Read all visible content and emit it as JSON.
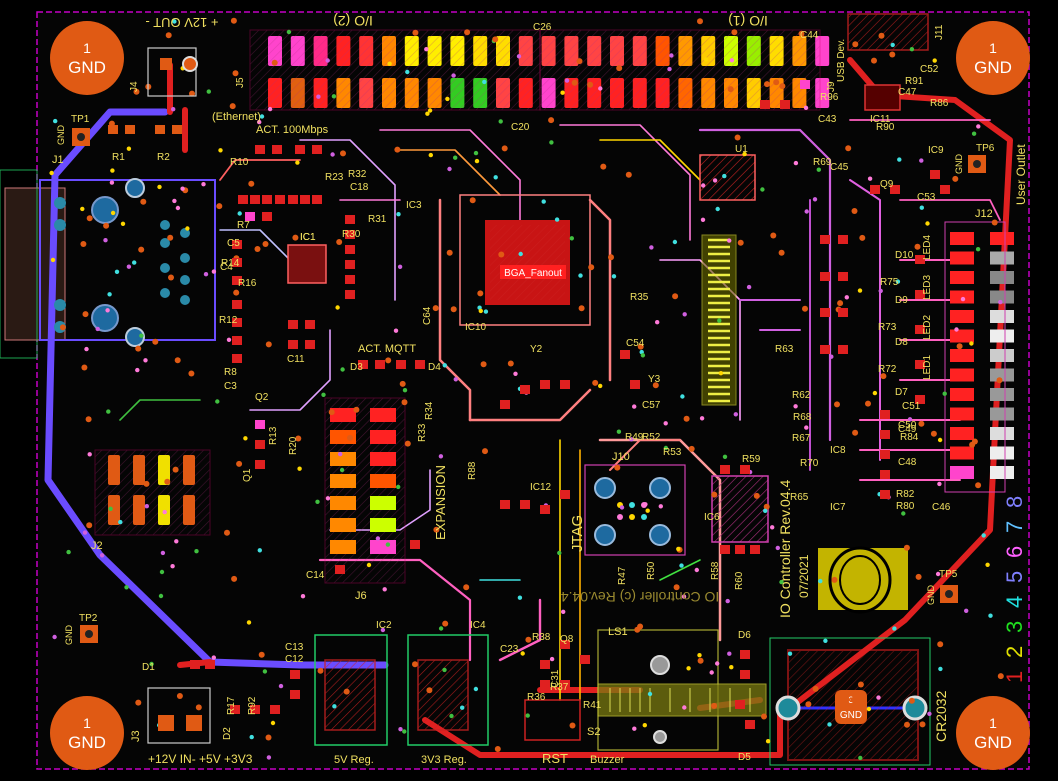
{
  "board": {
    "title": "IO Controller Rev.04.4",
    "date": "07/2021",
    "mirror_text": "IO Controller (c) Rev.04.4",
    "colors": {
      "background": "#000000",
      "outline": "#c400c4",
      "top_copper": "#e02020",
      "bottom_copper": "#6a4cff",
      "silk": "#f0e060",
      "pad": "#e05a14"
    }
  },
  "mounting": [
    {
      "net": "1",
      "label": "GND"
    },
    {
      "net": "1",
      "label": "GND"
    },
    {
      "net": "1",
      "label": "GND"
    },
    {
      "net": "1",
      "label": "GND"
    }
  ],
  "labels": {
    "power_out": "+ 12V OUT -",
    "io2": "I/O (2)",
    "io1": "I/O (1)",
    "j5": "J5",
    "j9": "J9",
    "j4": "J4",
    "j1": "J1",
    "j2": "J2",
    "j3": "J3",
    "j6": "J6",
    "j10": "J10",
    "j11": "J11",
    "j12": "J12",
    "usb": "USB Dev.",
    "user_outlet": "User Outlet",
    "ethernet": "(Ethernet)",
    "act_100": "ACT. 100Mbps",
    "act_mqtt": "ACT. MQTT",
    "bga": "BGA_Fanout",
    "expansion": "EXPANSION",
    "jtag": "JTAG",
    "power_in": "+12V IN- +5V +3V3",
    "reg5": "5V Reg.",
    "reg33": "3V3 Reg.",
    "rst": "RST",
    "buzzer": "Buzzer",
    "cr2032": "CR2032",
    "ls1": "LS1",
    "s2": "S2",
    "tp1": "TP1",
    "tp2": "TP2",
    "tp5": "TP5",
    "tp6": "TP6",
    "gnd": "GND",
    "coin_net": "3",
    "coin_gnd": "GND",
    "digits": "12345678",
    "ic1": "IC1",
    "ic2": "IC2",
    "ic3": "IC3",
    "ic4": "IC4",
    "ic6": "IC6",
    "ic7": "IC7",
    "ic8": "IC8",
    "ic9": "IC9",
    "ic10": "IC10",
    "ic11": "IC11",
    "ic12": "IC12",
    "u1": "U1",
    "q1": "Q1",
    "q2": "Q2",
    "q8": "Q8",
    "q9": "Q9",
    "y2": "Y2",
    "y3": "Y3",
    "d1": "D1",
    "d2": "D2",
    "d3": "D3",
    "d4": "D4",
    "d5": "D5",
    "d6": "D6",
    "d7": "D7",
    "d8": "D8",
    "d9": "D9",
    "d10": "D10",
    "led1": "LED1",
    "led2": "LED2",
    "led3": "LED3",
    "led4": "LED4",
    "r1": "R1",
    "r2": "R2",
    "r7": "R7",
    "r8": "R8",
    "r10": "R10",
    "r12": "R12",
    "r13": "R13",
    "r14": "R14",
    "r16": "R16",
    "r17": "R17",
    "r20": "R20",
    "r23": "R23",
    "r30": "R30",
    "r31": "R31",
    "r32": "R32",
    "r33": "R33",
    "r34": "R34",
    "r35": "R35",
    "r36": "R36",
    "r37": "R37",
    "r38": "R38",
    "r41": "R41",
    "r47": "R47",
    "r49": "R49",
    "r50": "R50",
    "r52": "R52",
    "r53": "R53",
    "r58": "R58",
    "r59": "R59",
    "r60": "R60",
    "r62": "R62",
    "r63": "R63",
    "r65": "R65",
    "r67": "R67",
    "r68": "R68",
    "r69": "R69",
    "r70": "R70",
    "r72": "R72",
    "r73": "R73",
    "r75": "R75",
    "r80": "R80",
    "r82": "R82",
    "r84": "R84",
    "r86": "R86",
    "r88": "R88",
    "r90": "R90",
    "r91": "R91",
    "r92": "R92",
    "r96": "R96",
    "c3": "C3",
    "c4": "C4",
    "c5": "C5",
    "c11": "C11",
    "c12": "C12",
    "c13": "C13",
    "c14": "C14",
    "c18": "C18",
    "c20": "C20",
    "c23": "C23",
    "c26": "C26",
    "c31": "C31",
    "c43": "C43",
    "c44": "C44",
    "c45": "C45",
    "c46": "C46",
    "c47": "C47",
    "c48": "C48",
    "c49": "C49",
    "c50": "C50",
    "c51": "C51",
    "c52": "C52",
    "c53": "C53",
    "c54": "C54",
    "c57": "C57",
    "c64": "C64"
  }
}
